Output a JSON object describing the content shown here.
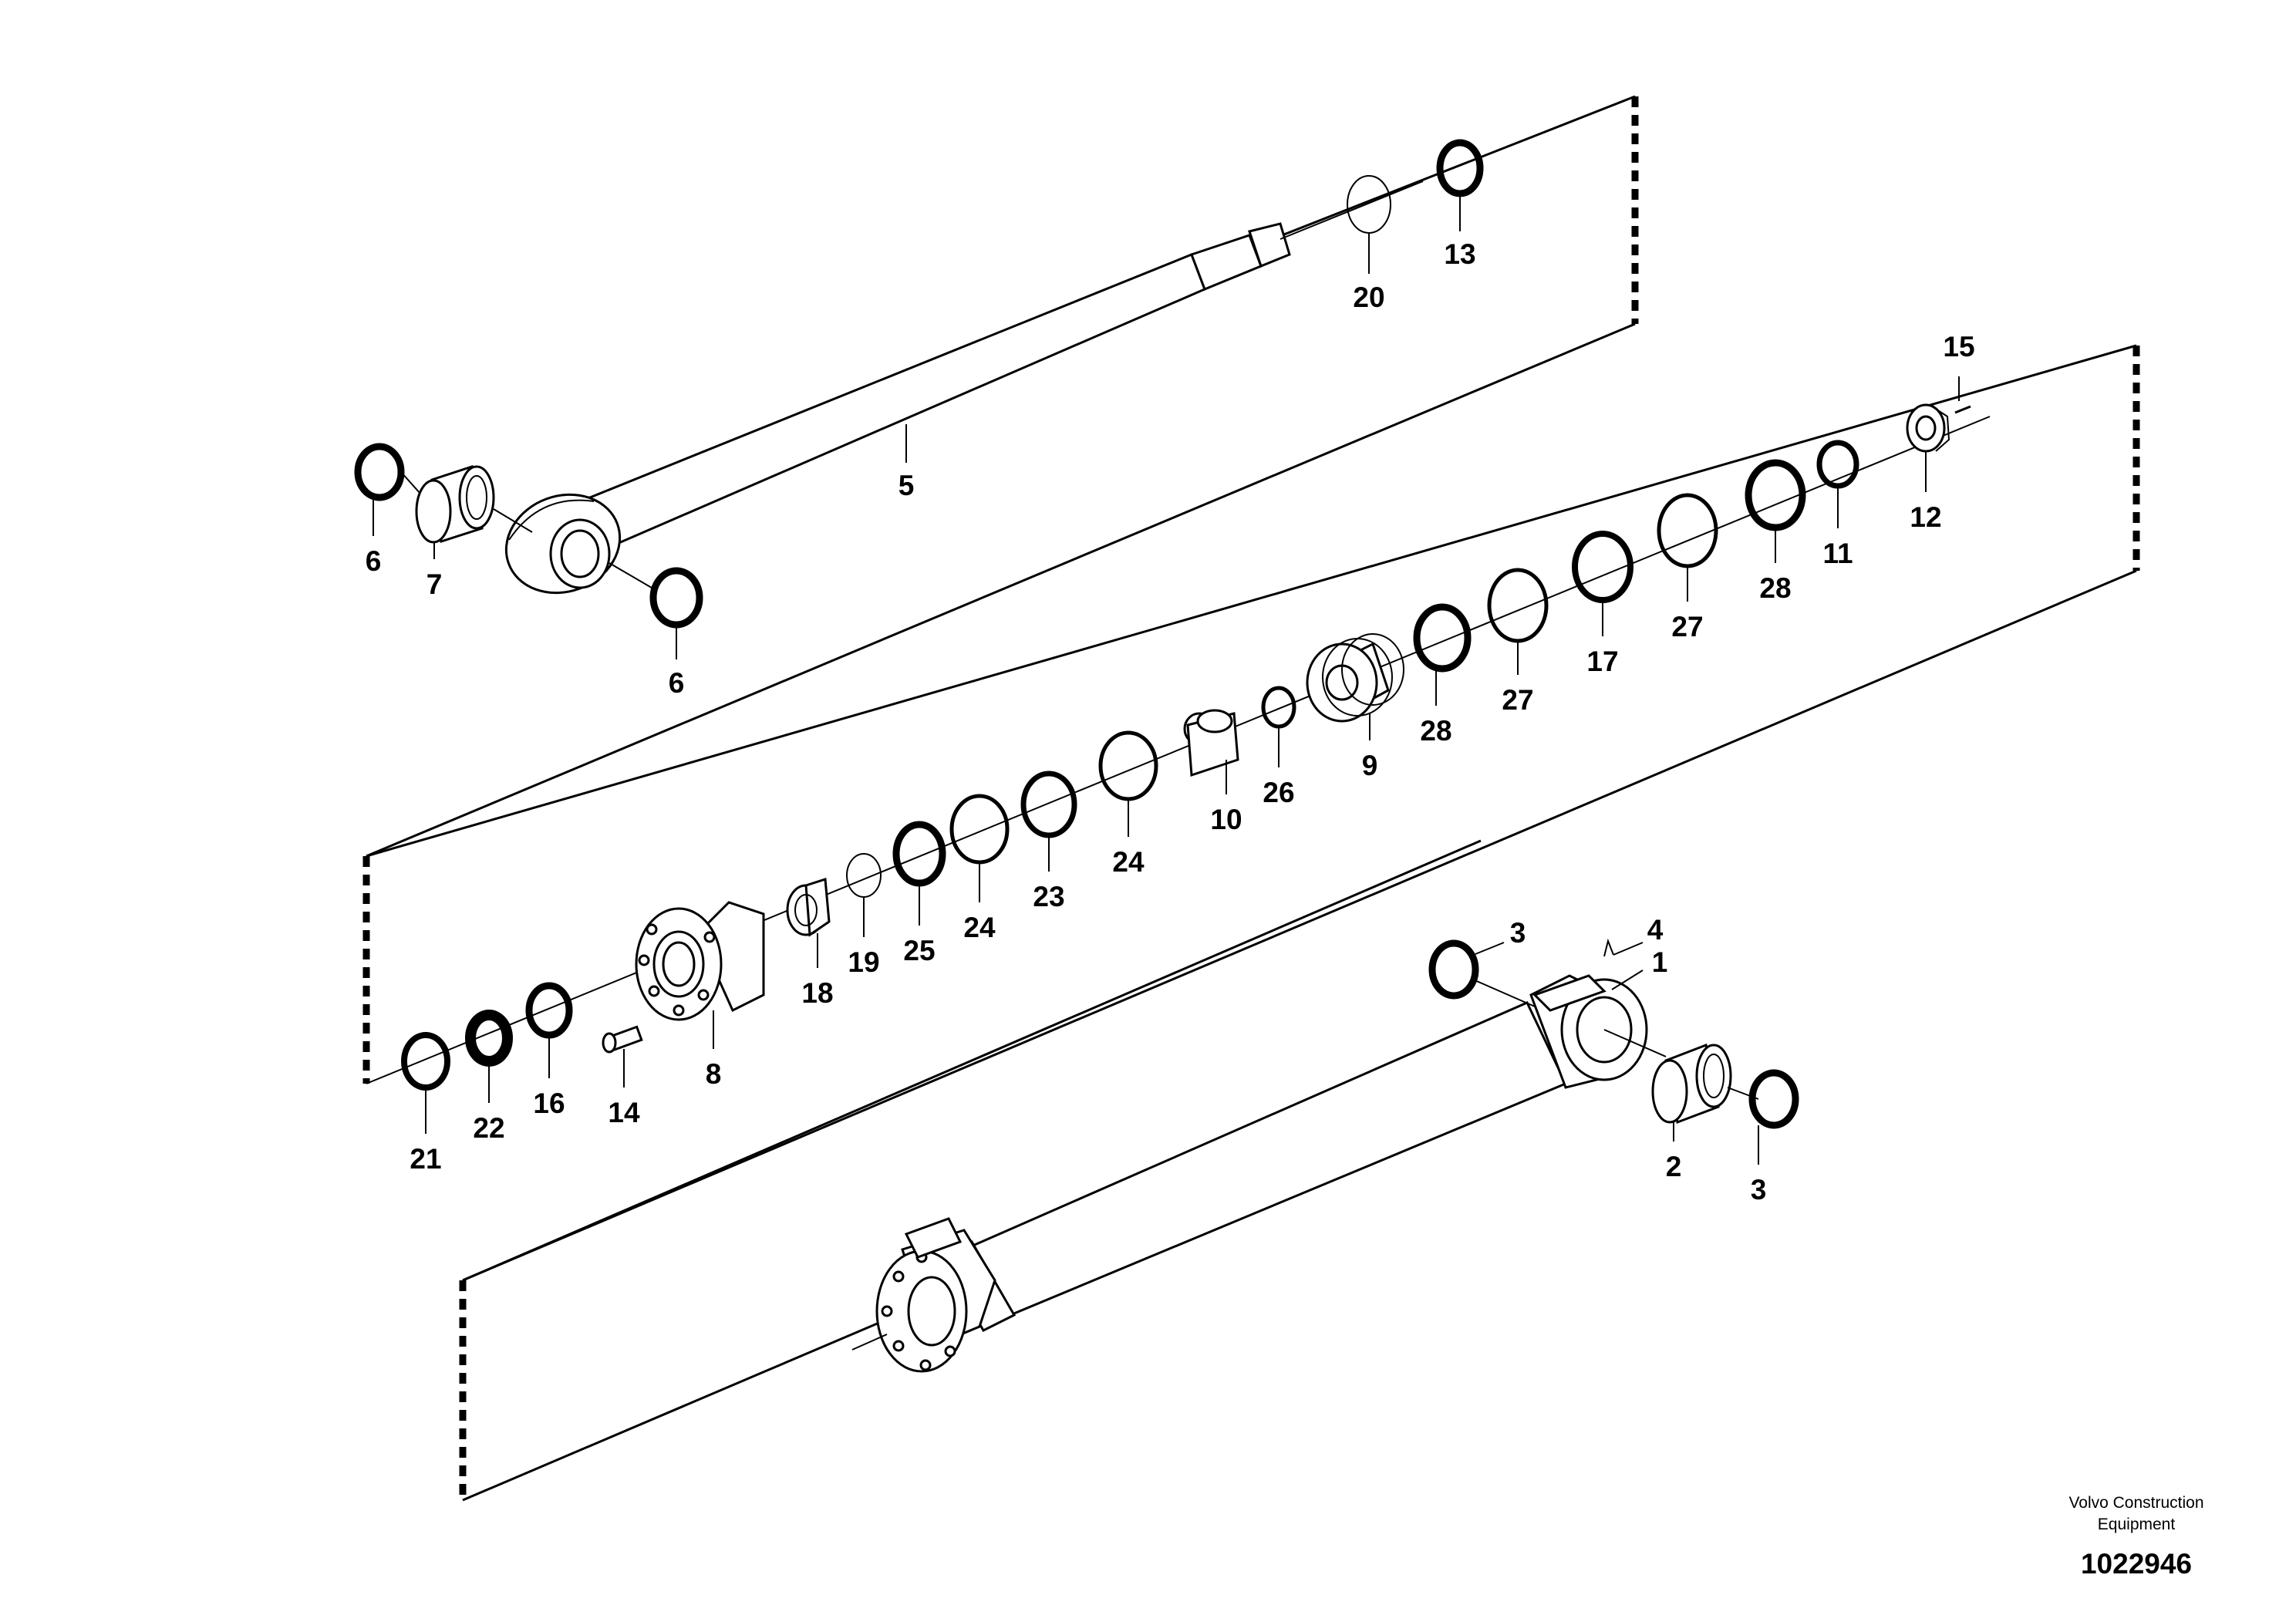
{
  "diagram": {
    "part_numbers": [
      "1",
      "2",
      "3",
      "4",
      "5",
      "6",
      "7",
      "8",
      "9",
      "10",
      "11",
      "12",
      "13",
      "14",
      "15",
      "16",
      "17",
      "18",
      "19",
      "20",
      "21",
      "22",
      "23",
      "24",
      "25",
      "26",
      "27",
      "28"
    ]
  },
  "labels": [
    {
      "id": "p13",
      "text": "13"
    },
    {
      "id": "p20",
      "text": "20"
    },
    {
      "id": "p15",
      "text": "15"
    },
    {
      "id": "p5",
      "text": "5"
    },
    {
      "id": "p6a",
      "text": "6"
    },
    {
      "id": "p7",
      "text": "7"
    },
    {
      "id": "p6b",
      "text": "6"
    },
    {
      "id": "p12",
      "text": "12"
    },
    {
      "id": "p11",
      "text": "11"
    },
    {
      "id": "p28a",
      "text": "28"
    },
    {
      "id": "p27a",
      "text": "27"
    },
    {
      "id": "p17",
      "text": "17"
    },
    {
      "id": "p27b",
      "text": "27"
    },
    {
      "id": "p28b",
      "text": "28"
    },
    {
      "id": "p9",
      "text": "9"
    },
    {
      "id": "p26",
      "text": "26"
    },
    {
      "id": "p10",
      "text": "10"
    },
    {
      "id": "p24a",
      "text": "24"
    },
    {
      "id": "p23",
      "text": "23"
    },
    {
      "id": "p24b",
      "text": "24"
    },
    {
      "id": "p25",
      "text": "25"
    },
    {
      "id": "p19",
      "text": "19"
    },
    {
      "id": "p18",
      "text": "18"
    },
    {
      "id": "p3a",
      "text": "3"
    },
    {
      "id": "p4",
      "text": "4"
    },
    {
      "id": "p1",
      "text": "1"
    },
    {
      "id": "p8",
      "text": "8"
    },
    {
      "id": "p14",
      "text": "14"
    },
    {
      "id": "p16",
      "text": "16"
    },
    {
      "id": "p22",
      "text": "22"
    },
    {
      "id": "p21",
      "text": "21"
    },
    {
      "id": "p2",
      "text": "2"
    },
    {
      "id": "p3b",
      "text": "3"
    }
  ],
  "footer": {
    "company_line1": "Volvo Construction",
    "company_line2": "Equipment",
    "drawing_number": "1022946"
  }
}
